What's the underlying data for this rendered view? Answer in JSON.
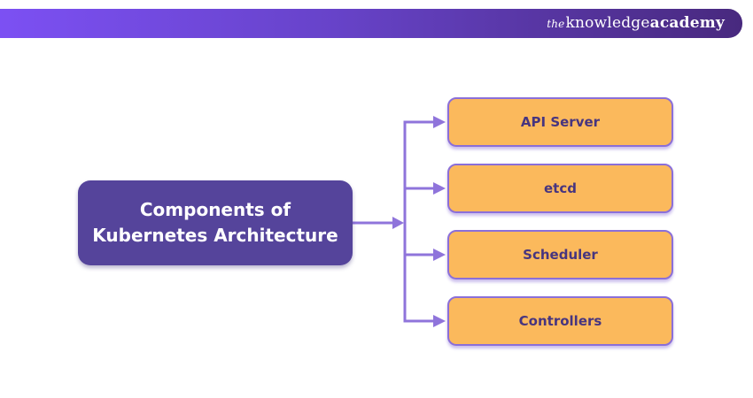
{
  "header": {
    "logo_the": "the",
    "logo_knowledge": "knowledge",
    "logo_academy": "academy"
  },
  "diagram": {
    "root_label_line1": "Components of",
    "root_label_line2": "Kubernetes Architecture",
    "children": [
      {
        "label": "API Server"
      },
      {
        "label": "etcd"
      },
      {
        "label": "Scheduler"
      },
      {
        "label": "Controllers"
      }
    ],
    "colors": {
      "header_gradient_start": "#7C50F3",
      "header_gradient_end": "#48297E",
      "root_box_fill": "#55449B",
      "root_box_text": "#FFFFFF",
      "child_box_fill": "#FBB95C",
      "child_box_border": "#8B6FD8",
      "child_box_text": "#47357F",
      "connector_line": "#8F74DB"
    }
  }
}
